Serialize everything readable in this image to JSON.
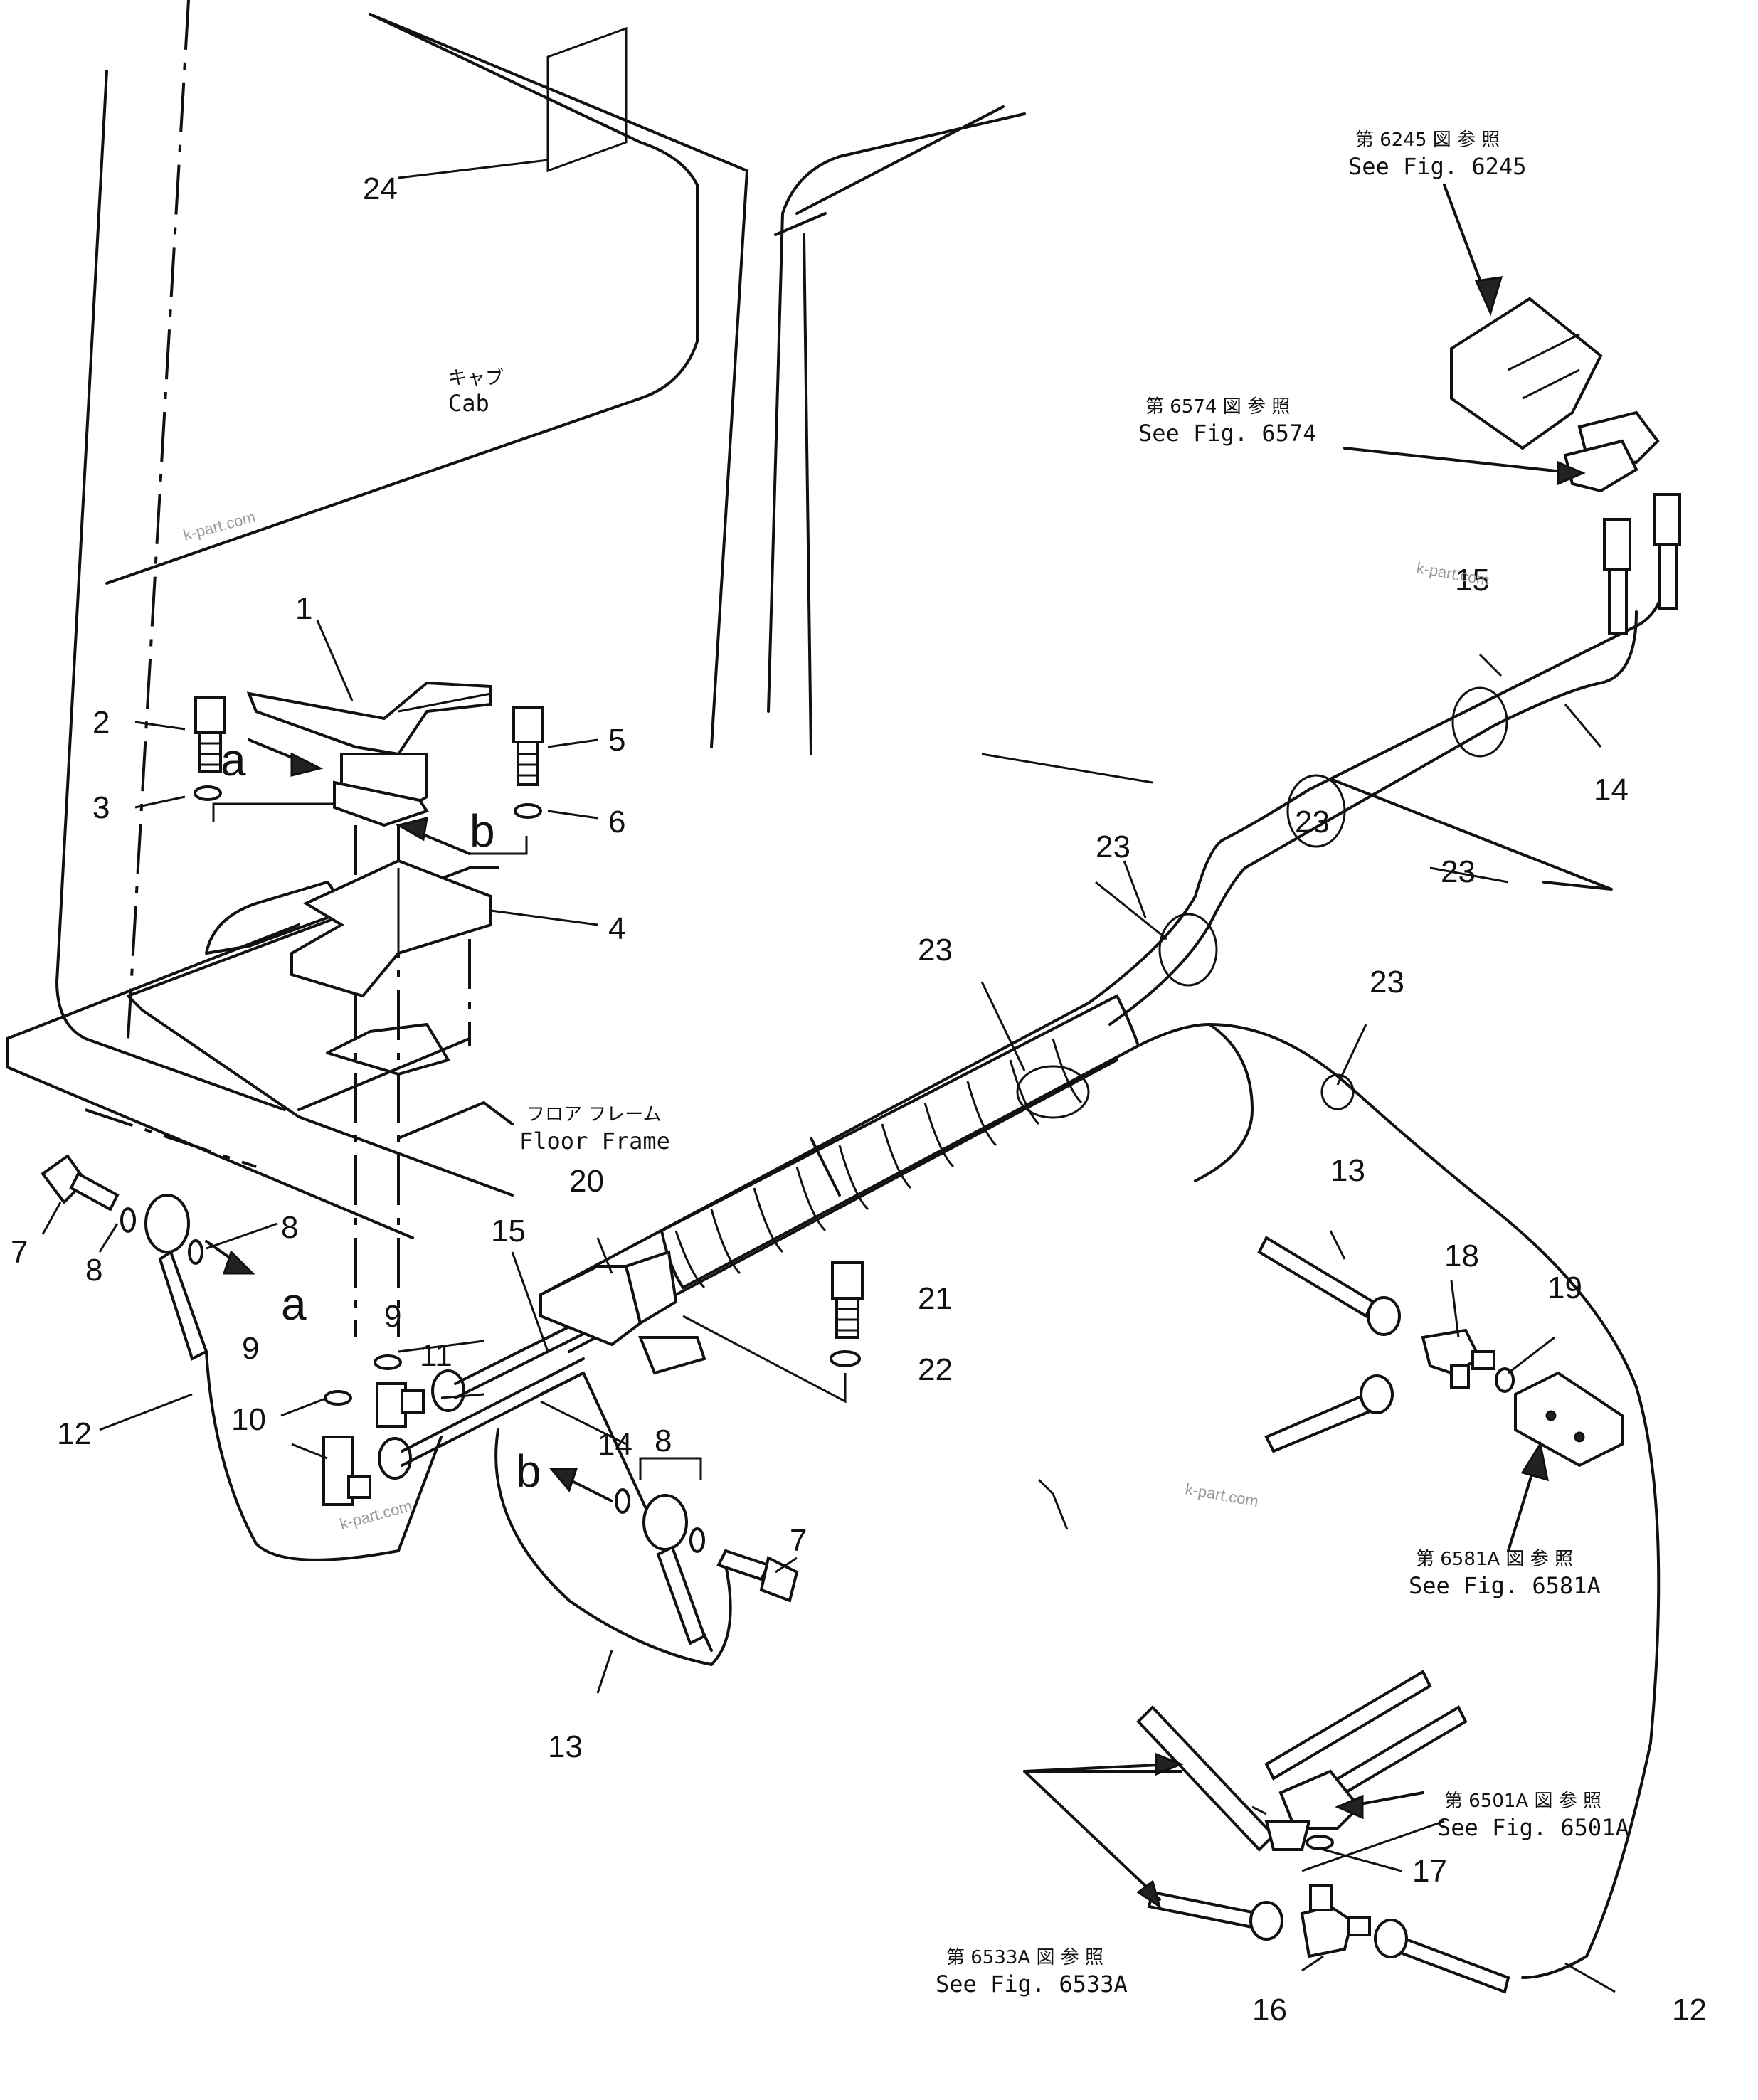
{
  "callouts": {
    "n1": "1",
    "n2": "2",
    "n3": "3",
    "n4": "4",
    "n5": "5",
    "n6": "6",
    "n7a": "7",
    "n7b": "7",
    "n8a": "8",
    "n8b": "8",
    "n8c": "8",
    "n9a": "9",
    "n9b": "9",
    "n10": "10",
    "n11": "11",
    "n12a": "12",
    "n12b": "12",
    "n13a": "13",
    "n13b": "13",
    "n14a": "14",
    "n14b": "14",
    "n15a": "15",
    "n15b": "15",
    "n16": "16",
    "n17": "17",
    "n18": "18",
    "n19": "19",
    "n20": "20",
    "n21": "21",
    "n22": "22",
    "n23a": "23",
    "n23b": "23",
    "n23c": "23",
    "n23d": "23",
    "n23e": "23",
    "n24": "24"
  },
  "view_markers": {
    "a1": "a",
    "a2": "a",
    "b1": "b",
    "b2": "b"
  },
  "labels": {
    "cab_jp": "キャブ",
    "cab_en": "Cab",
    "floor_jp": "フロア フレーム",
    "floor_en": "Floor Frame"
  },
  "references": {
    "fig6245_jp": "第 6245 図 参 照",
    "fig6245_en": "See Fig. 6245",
    "fig6574_jp": "第 6574 図 参 照",
    "fig6574_en": "See Fig. 6574",
    "fig6581_jp": "第 6581A 図 参 照",
    "fig6581_en": "See Fig. 6581A",
    "fig6501_jp": "第 6501A 図 参 照",
    "fig6501_en": "See Fig. 6501A",
    "fig6533_jp": "第 6533A 図 参 照",
    "fig6533_en": "See Fig. 6533A"
  },
  "watermark": "k-part.com"
}
